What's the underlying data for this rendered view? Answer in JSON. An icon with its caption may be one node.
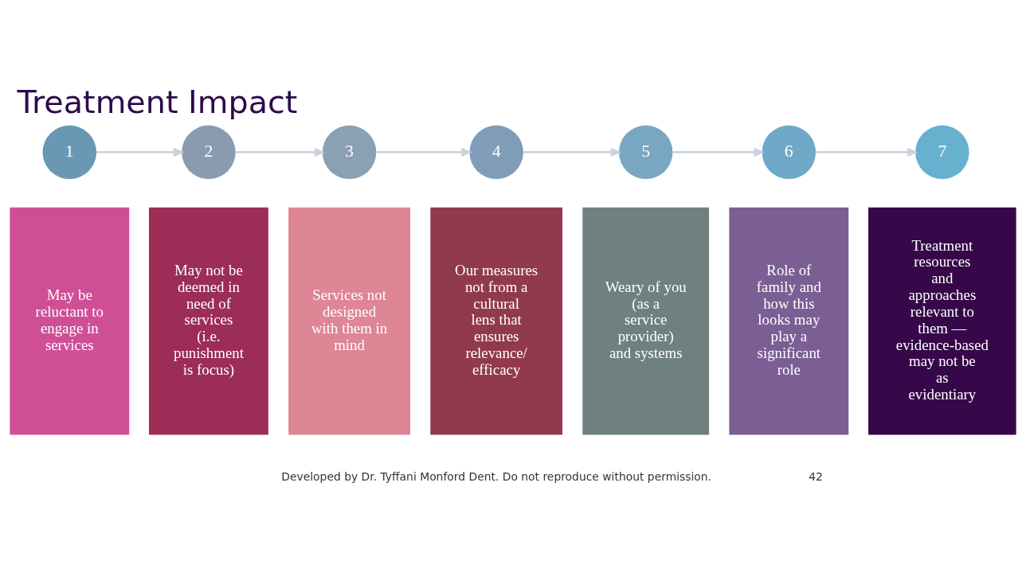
{
  "diagram": {
    "title": "Treatment Impact",
    "nodes": [
      {
        "text": [
          "1"
        ]
      },
      {
        "text": [
          "2"
        ]
      },
      {
        "text": [
          "3"
        ]
      },
      {
        "text": [
          "4"
        ]
      },
      {
        "text": [
          "5"
        ]
      },
      {
        "text": [
          "6"
        ]
      },
      {
        "text": [
          "7"
        ]
      },
      {
        "text": [
          "May be reluctant to engage in services"
        ]
      },
      {
        "text": [
          "May not be deemed in need of services (i.e. punishment is focus)"
        ]
      },
      {
        "text": [
          "Services not designed with them in mind"
        ]
      },
      {
        "text": [
          "Our measures not from a cultural lens that ensures relevance/ efficacy"
        ]
      },
      {
        "text": [
          "Weary of you (as a service provider) and systems"
        ]
      },
      {
        "text": [
          "Role of family and how this looks may play a significant role"
        ]
      },
      {
        "text": [
          "Treatment resources and approaches relevant to them — evidence-based may not be as evidentiary"
        ]
      }
    ],
    "edges": [
      {
        "from": 0,
        "to": 1,
        "arrow": "to"
      },
      {
        "from": 1,
        "to": 2,
        "arrow": "to"
      },
      {
        "from": 2,
        "to": 3,
        "arrow": "to"
      },
      {
        "from": 3,
        "to": 4,
        "arrow": "to"
      },
      {
        "from": 4,
        "to": 5,
        "arrow": "to"
      },
      {
        "from": 5,
        "to": 6,
        "arrow": "to"
      }
    ],
    "labels": [
      "Developed by Dr. Tyffani Monford Dent. Do not reproduce without permission.",
      "42"
    ]
  }
}
